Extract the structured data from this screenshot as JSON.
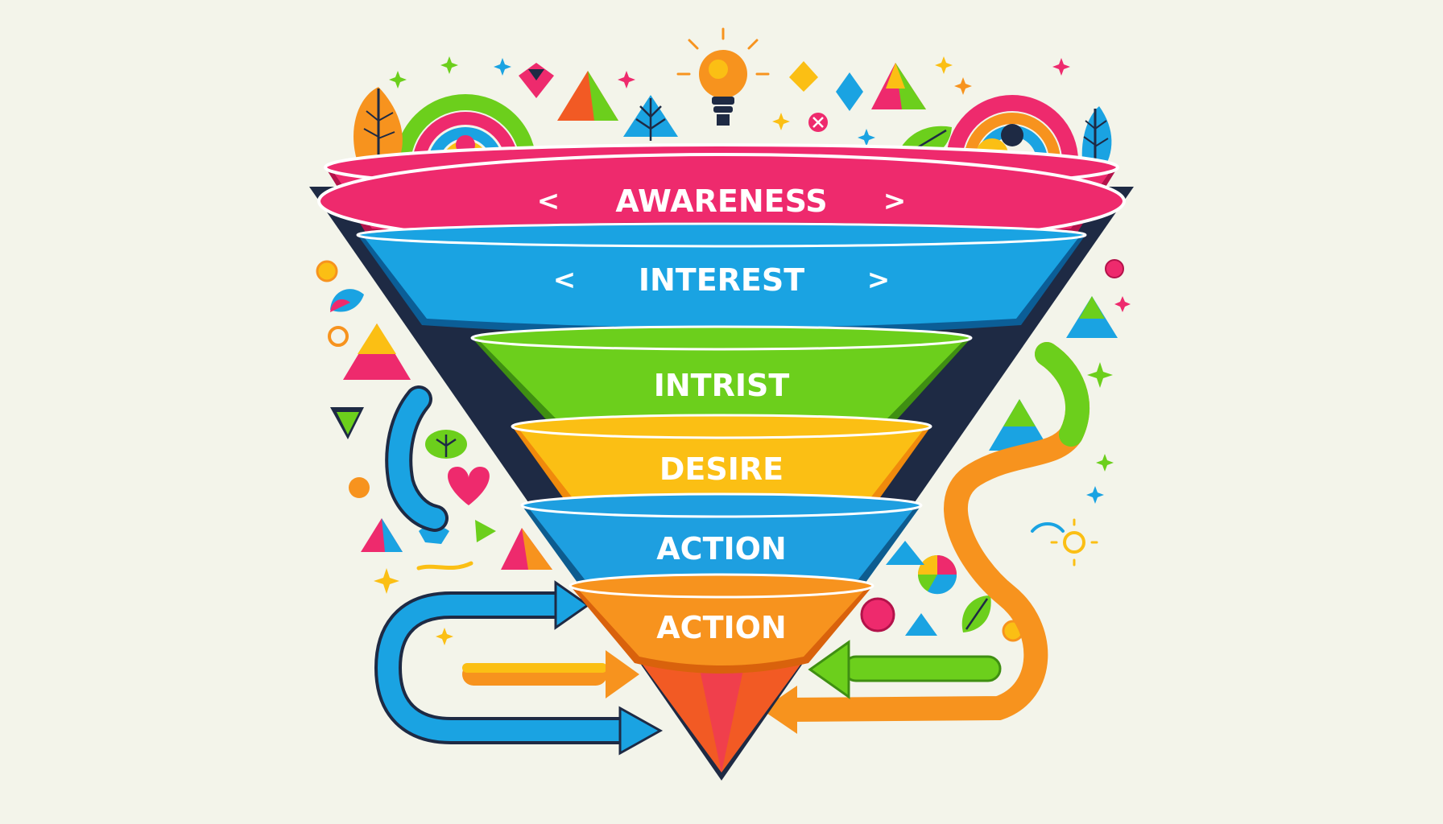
{
  "funnel": {
    "stages": [
      {
        "label": "AWARENESS",
        "color": "#ee2a6d",
        "dark": "#b3124a",
        "chevrons": true
      },
      {
        "label": "INTEREST",
        "color": "#1aa3e2",
        "dark": "#0b5e97",
        "chevrons": true
      },
      {
        "label": "INTRIST",
        "color": "#6ccf1c",
        "dark": "#3f8f12",
        "chevrons": false
      },
      {
        "label": "DESIRE",
        "color": "#fbbf14",
        "dark": "#f08a0c",
        "chevrons": false
      },
      {
        "label": "ACTION",
        "color": "#1e9fe0",
        "dark": "#0d5c8f",
        "chevrons": false
      },
      {
        "label": "ACTION",
        "color": "#f7931e",
        "dark": "#d9620c",
        "chevrons": false
      }
    ],
    "tip_color": "#f25a24",
    "outline_color": "#1e2a44"
  },
  "chevrons": {
    "left": "<",
    "right": ">"
  },
  "palette": {
    "pink": "#ee2a6d",
    "blue": "#1aa3e2",
    "green": "#6ccf1c",
    "yellow": "#fbbf14",
    "orange": "#f7931e",
    "navy": "#1e2a44"
  },
  "decorations": {
    "icons": [
      "lightbulb-icon",
      "leaf-icon",
      "rainbow-icon",
      "target-icon",
      "heart-icon",
      "triangle-icon",
      "diamond-icon",
      "sparkle-icon",
      "sun-icon",
      "pie-chart-icon",
      "tree-icon",
      "arrow-icon"
    ]
  }
}
